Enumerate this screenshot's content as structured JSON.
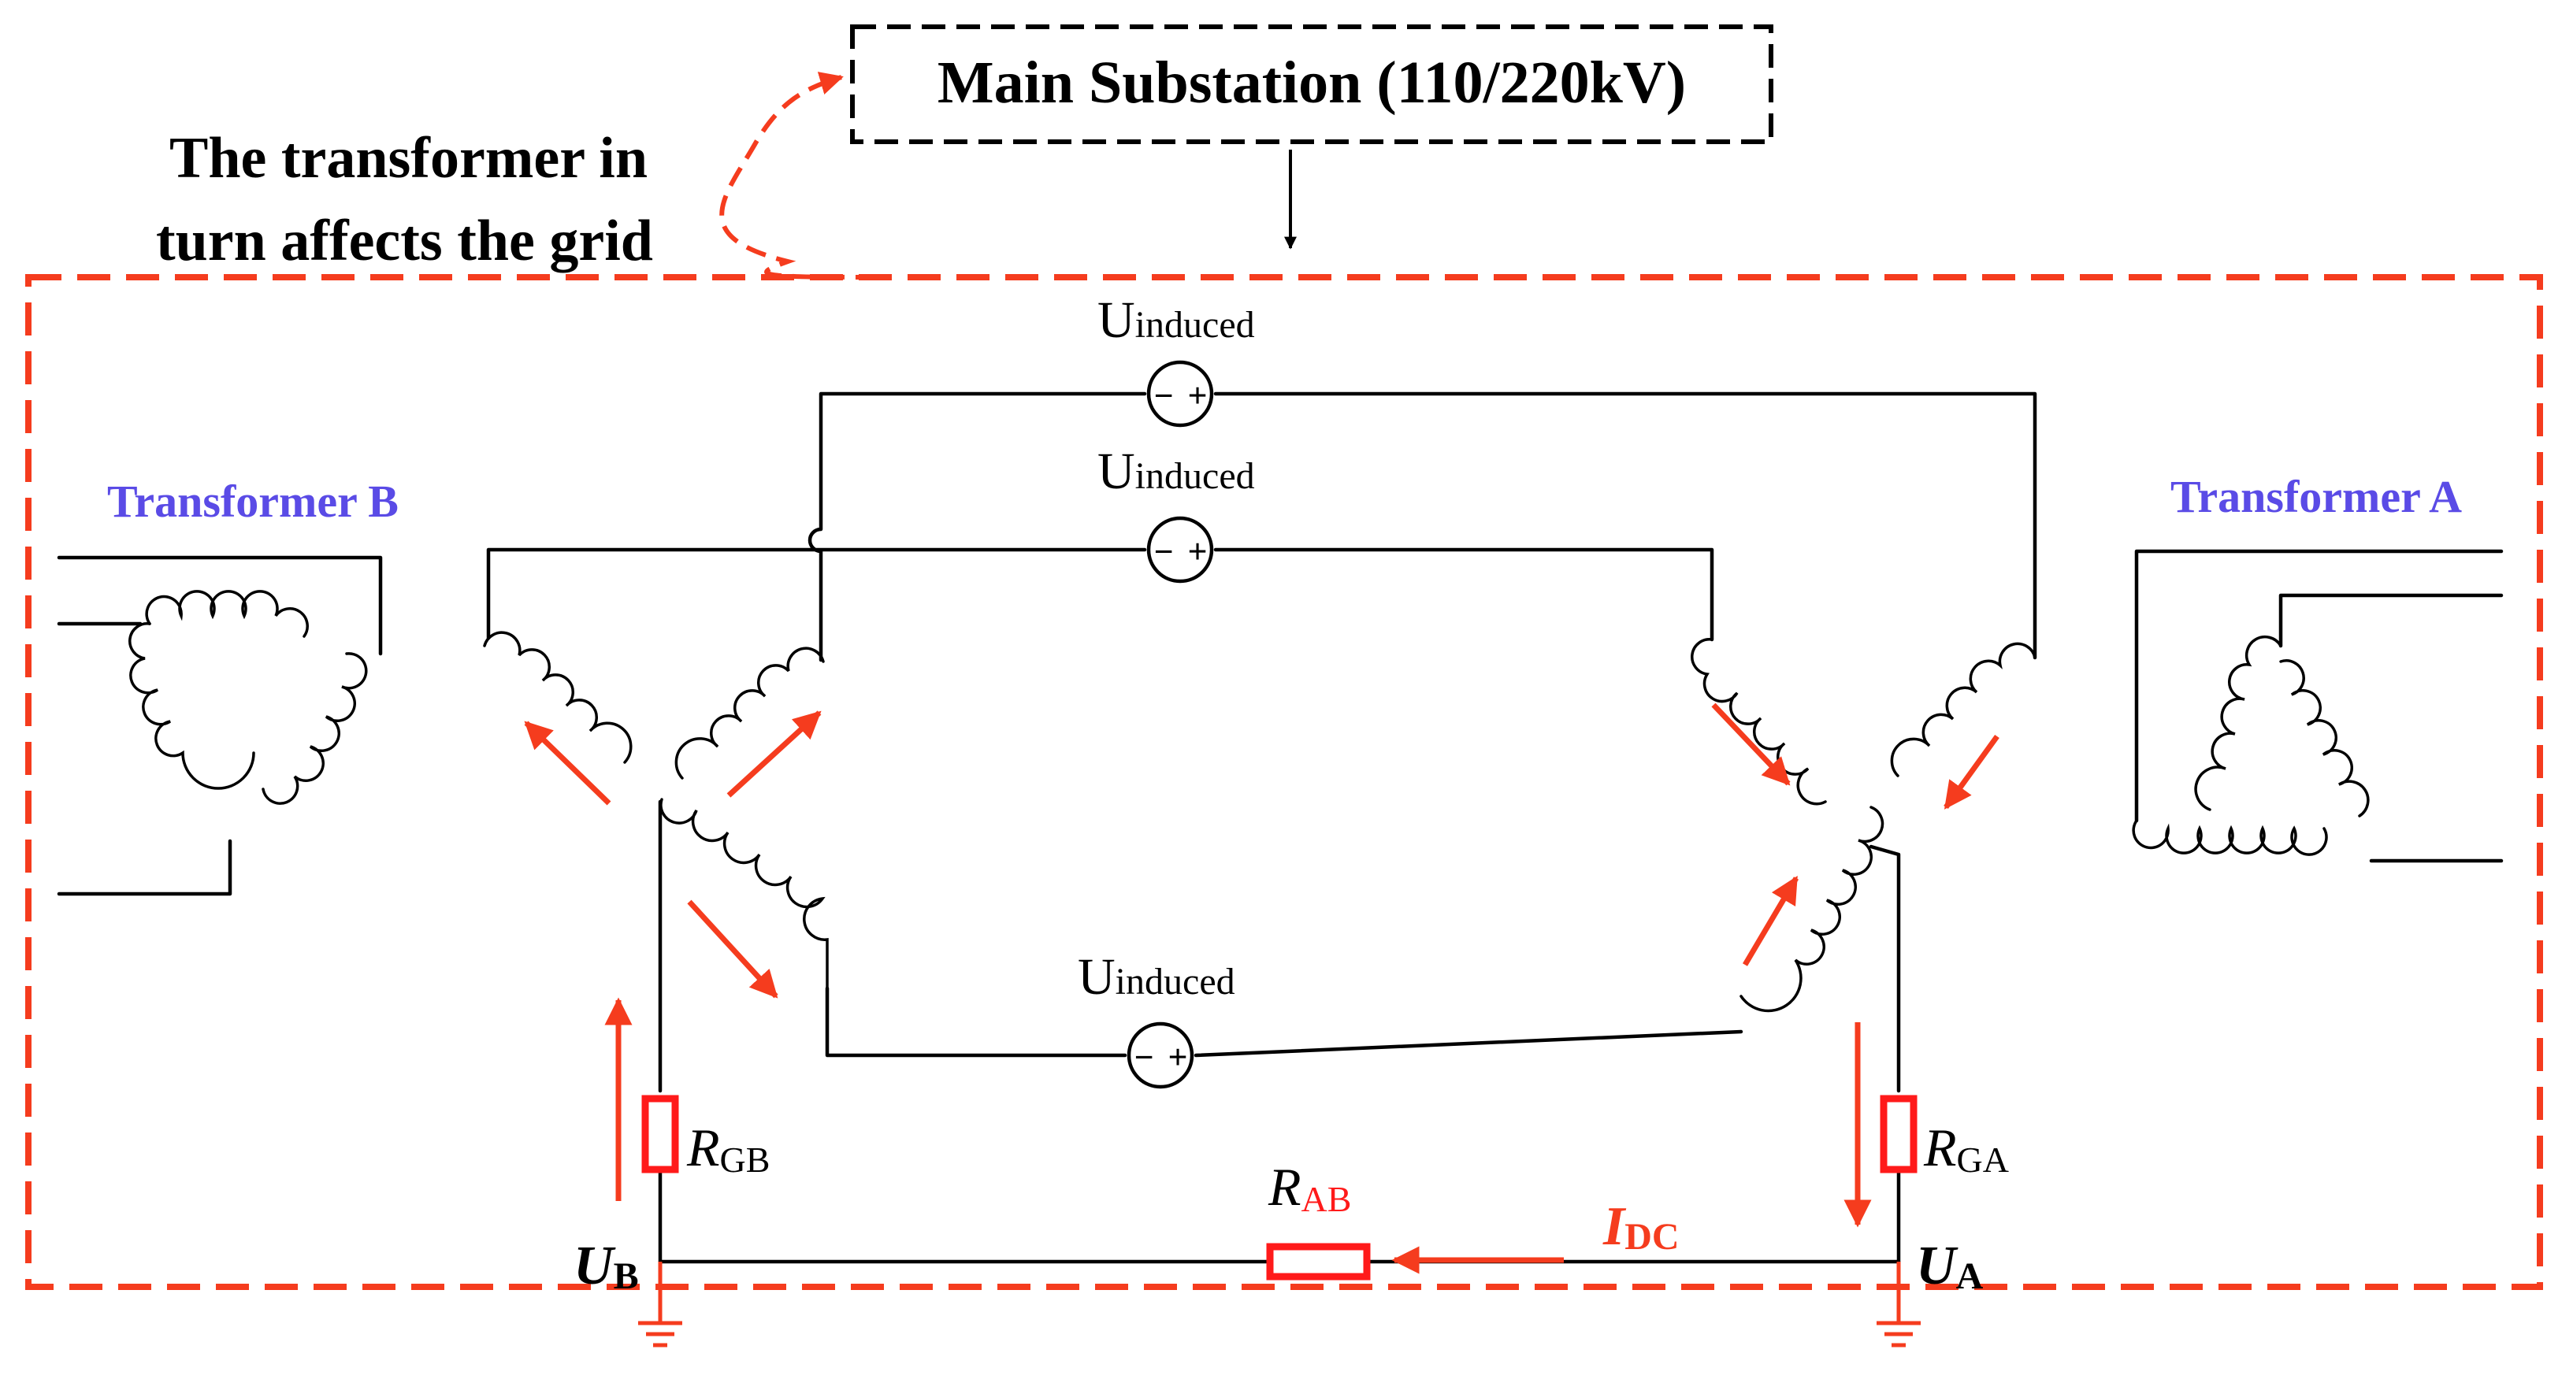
{
  "header": {
    "substation_label": "Main Substation (110/220kV)",
    "feedback_line1": "The transformer in",
    "feedback_line2": "turn affects the grid"
  },
  "transformers": {
    "b_label": "Transformer B",
    "a_label": "Transformer A"
  },
  "sources": {
    "symbol": "U",
    "subscript": "induced",
    "polarity_minus": "−",
    "polarity_plus": "+"
  },
  "resistors": {
    "gb": {
      "symbol": "R",
      "subscript": "GB"
    },
    "ga": {
      "symbol": "R",
      "subscript": "GA"
    },
    "ab": {
      "symbol": "R",
      "subscript": "AB"
    }
  },
  "current": {
    "symbol": "I",
    "subscript": "DC"
  },
  "nodes": {
    "b": {
      "symbol": "U",
      "subscript": "B"
    },
    "a": {
      "symbol": "U",
      "subscript": "A"
    }
  },
  "colors": {
    "accent_red": "#f53c1e",
    "resistor_red": "#ff1a1a",
    "transformer_label": "#5a4be6",
    "line": "#000000"
  }
}
